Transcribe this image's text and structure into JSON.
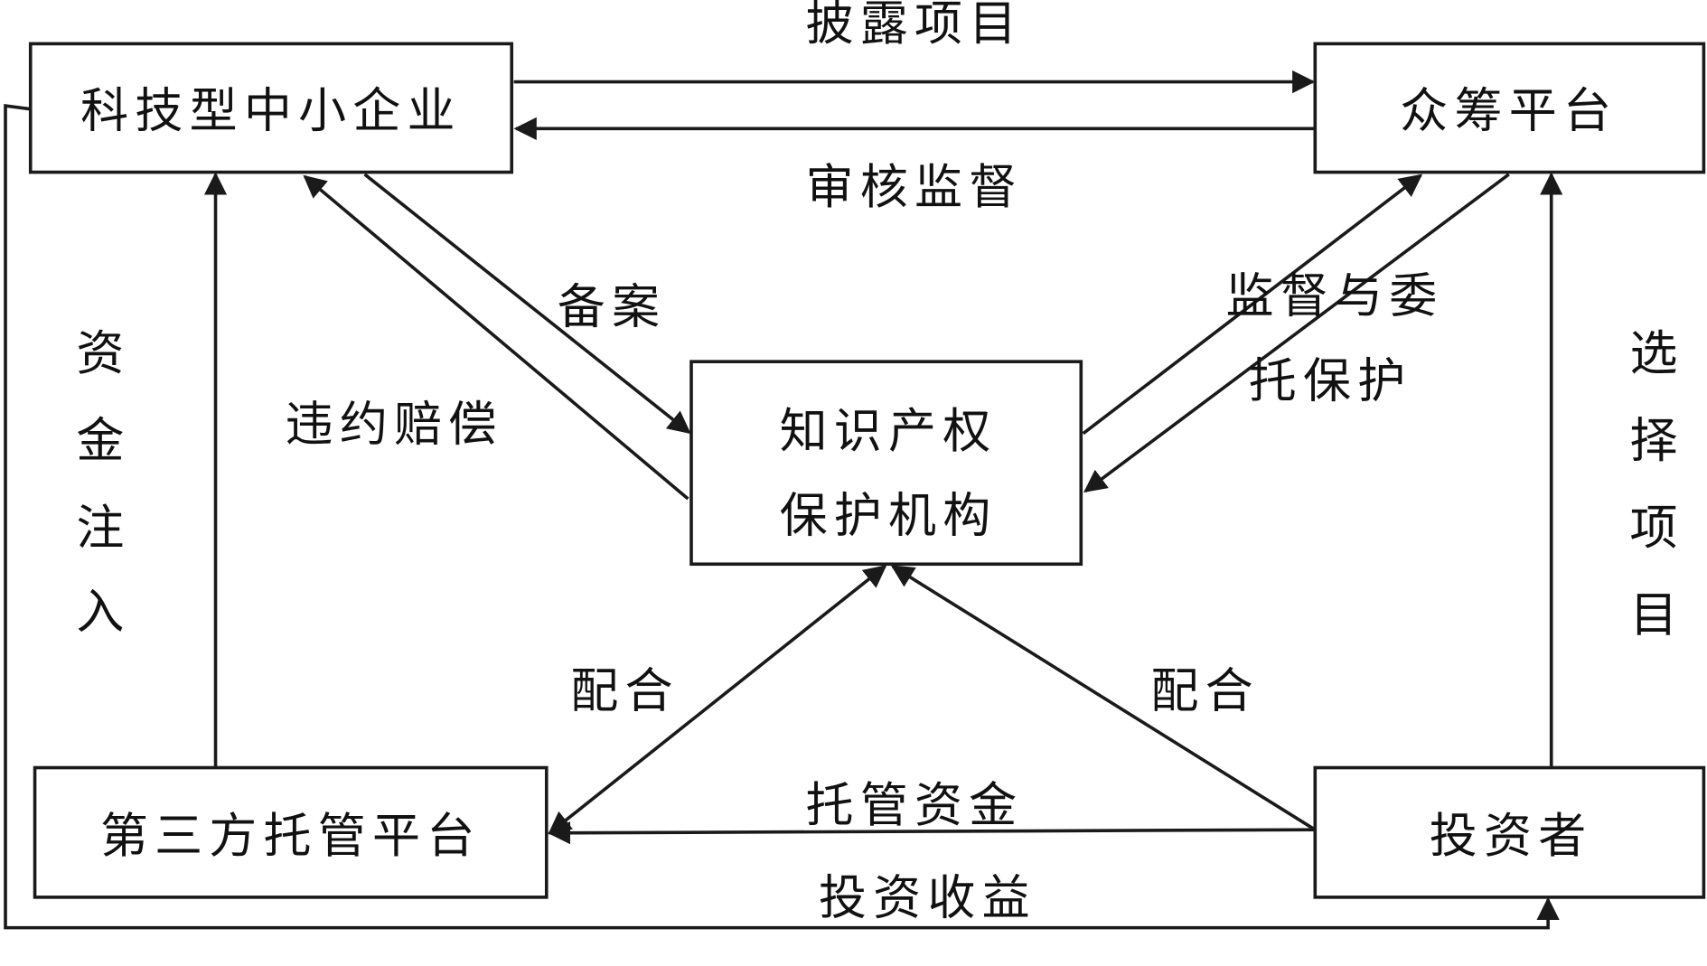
{
  "nodes": {
    "sme": "科技型中小企业",
    "crowdfunding": "众筹平台",
    "ip_line1": "知识产权",
    "ip_line2": "保护机构",
    "escrow": "第三方托管平台",
    "investor": "投资者"
  },
  "edges": {
    "disclose": "披露项目",
    "review": "审核监督",
    "filing": "备案",
    "compensation": "违约赔偿",
    "supervise_line1": "监督与委",
    "supervise_line2": "托保护",
    "funds_in": [
      "资",
      "金",
      "注",
      "入"
    ],
    "select": [
      "选",
      "择",
      "项",
      "目"
    ],
    "cooperate_left": "配合",
    "cooperate_right": "配合",
    "custody": "托管资金",
    "returns": "投资收益"
  }
}
